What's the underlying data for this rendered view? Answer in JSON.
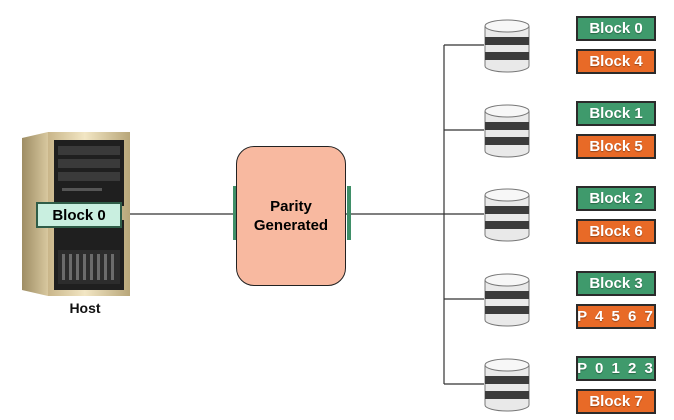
{
  "host": {
    "label": "Host",
    "block_label": "Block 0"
  },
  "parity": {
    "line1": "Parity",
    "line2": "Generated"
  },
  "disks": [
    {
      "top_block": "Block 0",
      "top_color": "green",
      "bottom_block": "Block 4",
      "bottom_color": "orange"
    },
    {
      "top_block": "Block 1",
      "top_color": "green",
      "bottom_block": "Block 5",
      "bottom_color": "orange"
    },
    {
      "top_block": "Block 2",
      "top_color": "green",
      "bottom_block": "Block 6",
      "bottom_color": "orange"
    },
    {
      "top_block": "Block 3",
      "top_color": "green",
      "bottom_block": "P 4 5 6 7",
      "bottom_color": "orange"
    },
    {
      "top_block": "P 0 1 2 3",
      "top_color": "green",
      "bottom_block": "Block 7",
      "bottom_color": "orange"
    }
  ],
  "colors": {
    "data_block": "#3f9a6c",
    "second_block": "#e86a27",
    "parity_box": "#f8b9a0",
    "host_block": "#c9efe0"
  }
}
